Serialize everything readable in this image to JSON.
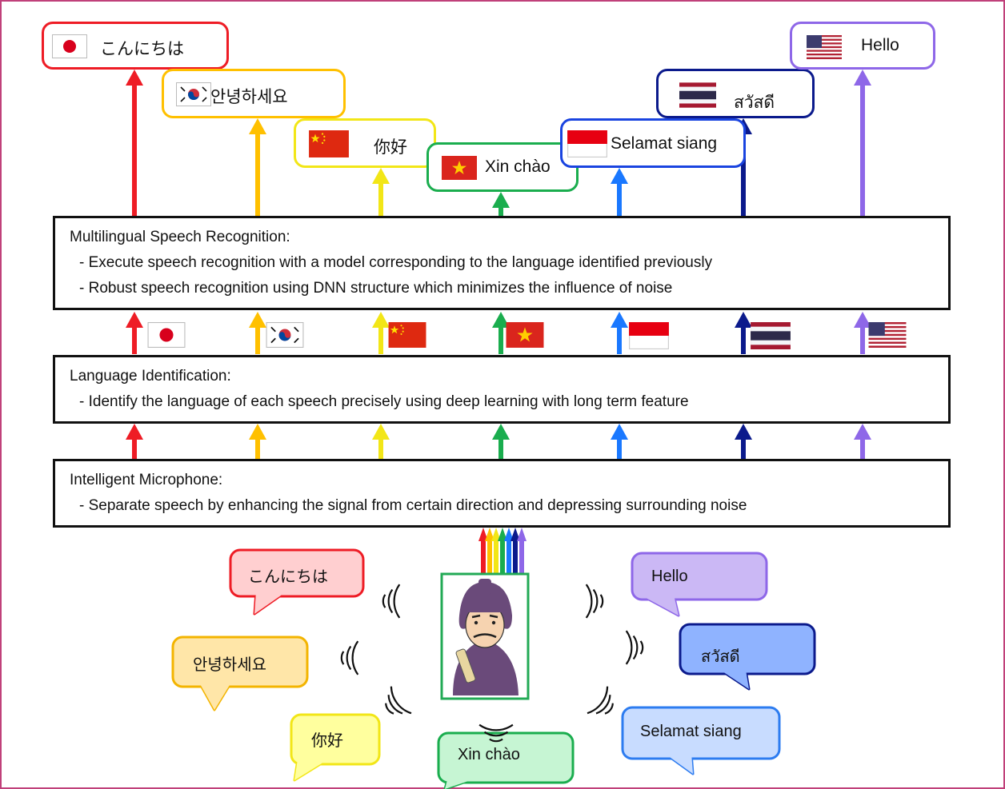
{
  "languages": [
    {
      "name": "Japanese",
      "greeting": "こんにちは",
      "color": "#ee1c25",
      "bubble_fill": "#ffcfd0",
      "flag_icon": "japan-flag-icon"
    },
    {
      "name": "Korean",
      "greeting": "안녕하세요",
      "color": "#ffc000",
      "bubble_fill": "#ffe6a8",
      "flag_icon": "south-korea-flag-icon"
    },
    {
      "name": "Chinese",
      "greeting": "你好",
      "color": "#f2e617",
      "bubble_fill": "#ffff9e",
      "flag_icon": "china-flag-icon"
    },
    {
      "name": "Vietnamese",
      "greeting": "Xin chào",
      "color": "#1aad4e",
      "bubble_fill": "#c6f5d3",
      "flag_icon": "vietnam-flag-icon"
    },
    {
      "name": "Indonesian",
      "greeting": "Selamat siang",
      "color": "#1a78ff",
      "bubble_fill": "#c8dcff",
      "flag_icon": "indonesia-flag-icon"
    },
    {
      "name": "Thai",
      "greeting": "สวัสดี",
      "color": "#0b1a8c",
      "bubble_fill": "#8fb3ff",
      "flag_icon": "thailand-flag-icon"
    },
    {
      "name": "English",
      "greeting": "Hello",
      "color": "#8e67e8",
      "bubble_fill": "#cbb8f5",
      "flag_icon": "usa-flag-icon"
    }
  ],
  "stages": {
    "recognition": {
      "title": "Multilingual Speech Recognition:",
      "line1": "- Execute speech recognition with a model corresponding to the language identified previously",
      "line2": "- Robust speech recognition using DNN structure which minimizes the influence of noise"
    },
    "identification": {
      "title": "Language Identification:",
      "line1": "- Identify the language of each speech precisely using deep learning with long term feature"
    },
    "microphone": {
      "title": "Intelligent Microphone:",
      "line1": "- Separate speech by enhancing the signal from certain direction and depressing surrounding noise"
    }
  },
  "colors": {
    "frame": "#c0407a",
    "speaker_box": "#22aa55",
    "robe": "#6a4a7a"
  }
}
